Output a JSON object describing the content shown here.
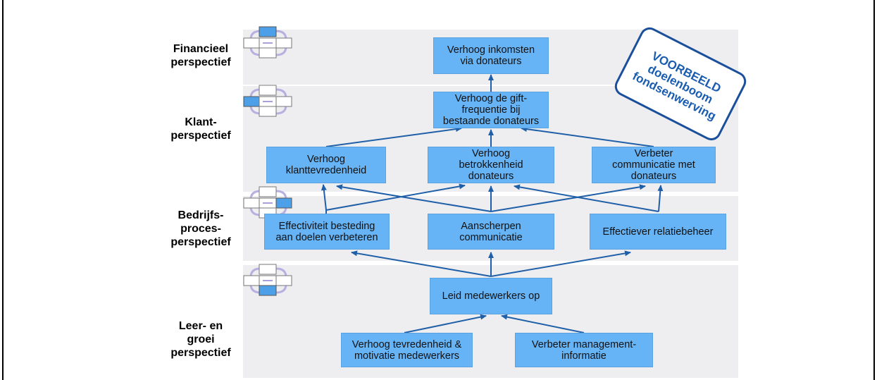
{
  "perspectives": {
    "financial": "Financieel\nperspectief",
    "customer": "Klant-\nperspectief",
    "process": "Bedrijfs-\nproces-\nperspectief",
    "learning": "Leer- en\ngroei\nperspectief"
  },
  "goals": {
    "increase_income": "Verhoog inkomsten\nvia donateurs",
    "gift_frequency": "Verhoog de gift-\nfrequentie bij\nbestaande donateurs",
    "customer_satisfaction": "Verhoog\nklanttevredenheid",
    "donor_involvement": "Verhoog\nbetrokkenheid\ndonateurs",
    "donor_communication": "Verbeter\ncommunicatie met\ndonateurs",
    "spending_effectiveness": "Effectiviteit besteding\naan doelen verbeteren",
    "sharpen_communication": "Aanscherpen\ncommunicatie",
    "relationship_management": "Effectiever relatiebeheer",
    "train_staff": "Leid medewerkers op",
    "staff_satisfaction": "Verhoog tevredenheid &\nmotivatie medewerkers",
    "management_info": "Verbeter management-\ninformatie"
  },
  "stamp": "VOORBEELD\ndoelenboom\nfondsenwerving",
  "colors": {
    "box": "#66b3f5",
    "arrow": "#1f5fa8",
    "band": "#eeeef0",
    "stamp": "#1a5cb0"
  }
}
